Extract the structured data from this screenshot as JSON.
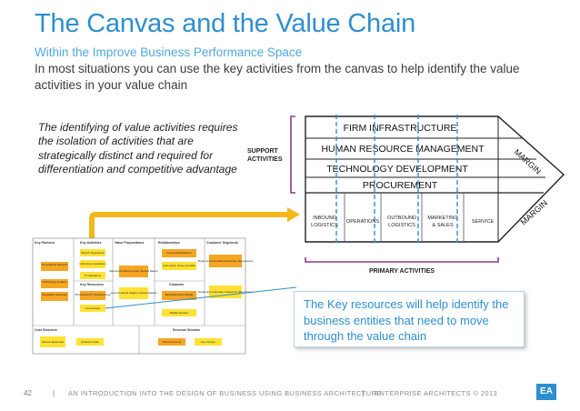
{
  "slide": {
    "title": "The Canvas and the Value Chain",
    "subtitle": "Within the Improve Business Performance Space",
    "intro": "In most situations you can use the key activities from the canvas to help identify the value activities in your value chain"
  },
  "callout_left": "The identifying of value activities requires the isolation of activities that are strategically distinct  and required for differentiation and competitive advantage",
  "callout_right": "The Key resources will help identify the business entities that need to move through the value chain",
  "value_chain": {
    "support_label": "SUPPORT ACTIVITIES",
    "support_rows": [
      "FIRM INFRASTRUCTURE",
      "HUMAN RESOURCE MANAGEMENT",
      "TECHNOLOGY DEVELOPMENT",
      "PROCUREMENT"
    ],
    "primary": [
      "INBOUND LOGISTICS",
      "OPERATIONS",
      "OUTBOUND LOGISTICS",
      "MARKETING & SALES",
      "SERVICE"
    ],
    "primary_label": "PRIMARY ACTIVITIES",
    "margin_label": "MARGIN"
  },
  "canvas": {
    "headers": [
      "Key Partners",
      "Key Activities",
      "Value Propositions",
      "Relationships",
      "Customer Segments"
    ],
    "notes": {
      "partners": [
        "Investments advisors",
        "Technology vendors",
        "Regulatory Agencies"
      ],
      "activities": [
        "Branch Operations",
        "Call center operations",
        "IT Operations"
      ],
      "value": [
        "Deposit Products (Local, Interest Rates)",
        "Loan Products (Higher Interest Rates)"
      ],
      "relationships": [
        "Personal Assistance",
        "Automation where possible"
      ],
      "segments": [
        "Retail and Corporate Customers (Depositors)",
        "Retail and Corporate Customers (Borrowers)"
      ],
      "resources": [
        "Physical and IT Infrastructure",
        "Loan Assets"
      ],
      "channels": [
        "Bank Branches (ATMs)",
        "Mobile Devices"
      ],
      "costs": [
        "Interest Expenses",
        "Channel Costs"
      ],
      "revenue": [
        "Interest Income",
        "Fee Income"
      ]
    },
    "sub_headers": {
      "resources": "Key Resources",
      "channels": "Channels",
      "costs": "Cost Structure",
      "revenue": "Revenue Streams"
    }
  },
  "footer": {
    "page": "42",
    "sep": "|",
    "title": "AN INTRODUCTION INTO THE DESIGN OF BUSINESS USING BUSINESS ARCHITECTURE",
    "company": "ENTERPRISE ARCHITECTS © 2013",
    "logo": "EA"
  },
  "colors": {
    "title": "#2e8fcf",
    "arrow": "#f2b81a",
    "sticky_orange": "#f5a623",
    "sticky_yellow": "#ffe233",
    "dashed": "#2e8fcf"
  }
}
